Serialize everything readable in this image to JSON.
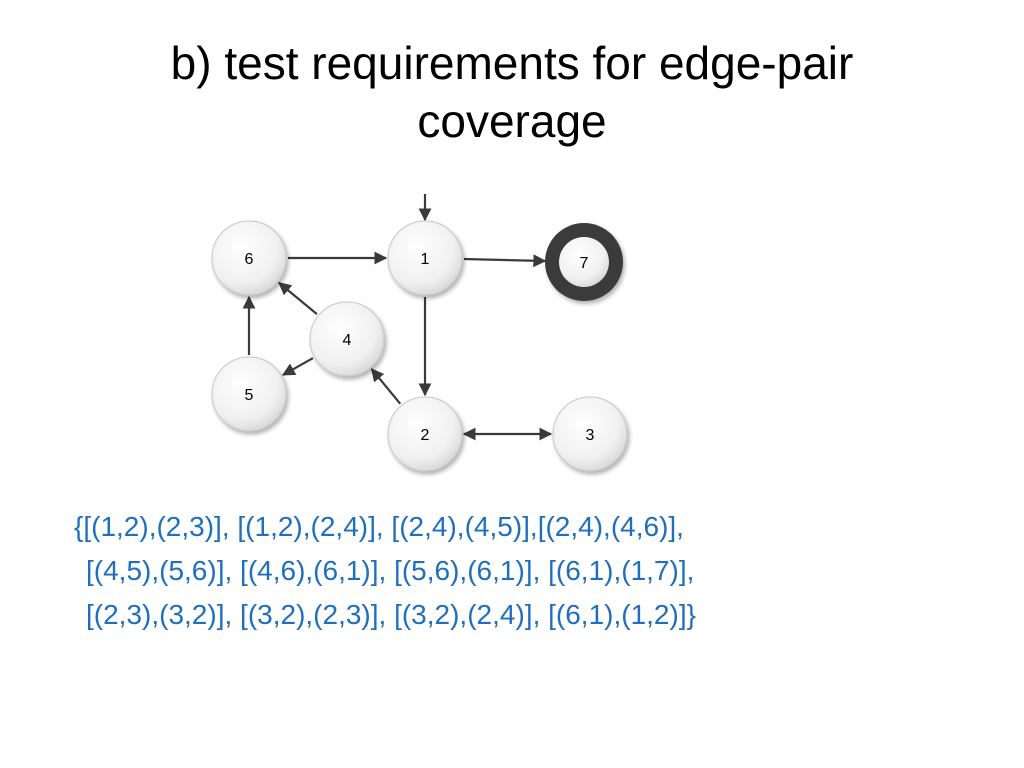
{
  "title": {
    "line1": "b) test requirements for edge-pair",
    "line2": "coverage"
  },
  "graph": {
    "initial_node": "1",
    "final_node": "7",
    "nodes": [
      {
        "id": "1",
        "label": "1"
      },
      {
        "id": "2",
        "label": "2"
      },
      {
        "id": "3",
        "label": "3"
      },
      {
        "id": "4",
        "label": "4"
      },
      {
        "id": "5",
        "label": "5"
      },
      {
        "id": "6",
        "label": "6"
      },
      {
        "id": "7",
        "label": "7"
      }
    ],
    "edges": [
      {
        "from": "1",
        "to": "2"
      },
      {
        "from": "1",
        "to": "7"
      },
      {
        "from": "2",
        "to": "3"
      },
      {
        "from": "3",
        "to": "2"
      },
      {
        "from": "2",
        "to": "4"
      },
      {
        "from": "4",
        "to": "5"
      },
      {
        "from": "4",
        "to": "6"
      },
      {
        "from": "5",
        "to": "6"
      },
      {
        "from": "6",
        "to": "1"
      }
    ]
  },
  "requirements": {
    "line1": "{[(1,2),(2,3)], [(1,2),(2,4)], [(2,4),(4,5)],[(2,4),(4,6)],",
    "line2": "[(4,5),(5,6)], [(4,6),(6,1)], [(5,6),(6,1)], [(6,1),(1,7)],",
    "line3": "[(2,3),(3,2)], [(3,2),(2,3)], [(3,2),(2,4)], [(6,1),(1,2)]}"
  },
  "colors": {
    "requirements_text": "#1f6fbf",
    "edge": "#3a3a3a",
    "final_ring": "#3a3a3a"
  }
}
